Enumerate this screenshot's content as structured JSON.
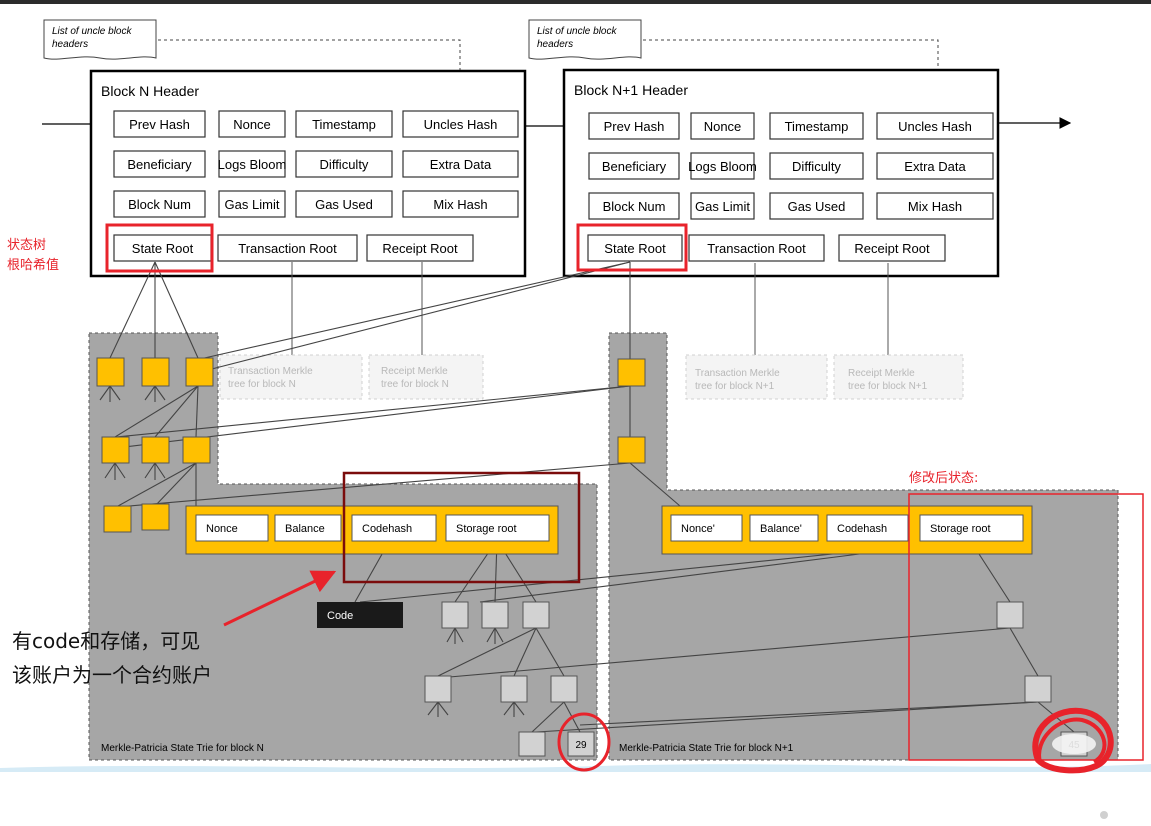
{
  "uncles_note": "List of uncle block headers",
  "blocks": [
    {
      "title": "Block N Header",
      "fields": [
        [
          "Prev Hash",
          "Nonce",
          "Timestamp",
          "Uncles Hash"
        ],
        [
          "Beneficiary",
          "Logs Bloom",
          "Difficulty",
          "Extra Data"
        ],
        [
          "Block Num",
          "Gas Limit",
          "Gas Used",
          "Mix Hash"
        ],
        [
          "State Root",
          "Transaction Root",
          "Receipt Root"
        ]
      ],
      "tx_tree": "Transaction Merkle tree for block N",
      "receipt_tree": "Receipt Merkle tree for block N",
      "account": [
        "Nonce",
        "Balance",
        "Codehash",
        "Storage root"
      ],
      "code_label": "Code",
      "leaf_value": "29",
      "trie_label": "Merkle-Patricia  State  Trie  for block N"
    },
    {
      "title": "Block N+1 Header",
      "fields": [
        [
          "Prev Hash",
          "Nonce",
          "Timestamp",
          "Uncles Hash"
        ],
        [
          "Beneficiary",
          "Logs Bloom",
          "Difficulty",
          "Extra Data"
        ],
        [
          "Block Num",
          "Gas Limit",
          "Gas Used",
          "Mix Hash"
        ],
        [
          "State Root",
          "Transaction Root",
          "Receipt Root"
        ]
      ],
      "tx_tree": "Transaction Merkle tree for block N+1",
      "receipt_tree": "Receipt Merkle tree for block N+1",
      "account": [
        "Nonce'",
        "Balance'",
        "Codehash",
        "Storage root"
      ],
      "leaf_value": "45",
      "trie_label": "Merkle-Patricia  State  Trie  for block N+1"
    }
  ],
  "annotations": {
    "state_root_line1": "状态树",
    "state_root_line2": "根哈希值",
    "modified_state": "修改后状态:",
    "contract_line1": "有code和存储，可见",
    "contract_line2": "该账户为一个合约账户"
  },
  "colors": {
    "node_fill": "#ffc000",
    "trie_bg": "#a6a6a6",
    "highlight_red": "#e8232b",
    "dark_red": "#7b0c0c"
  }
}
